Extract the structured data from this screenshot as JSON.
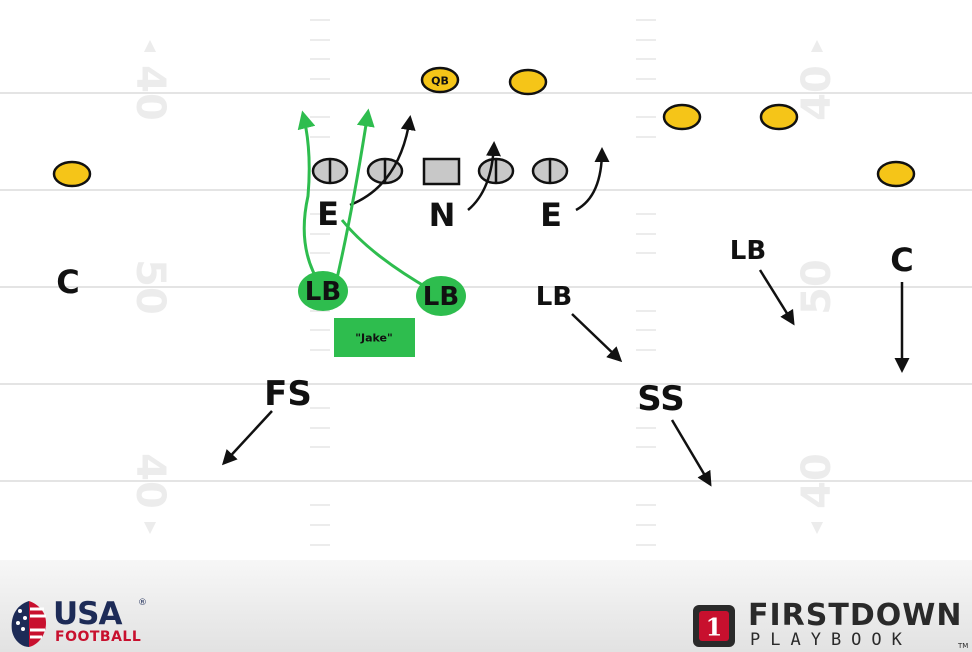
{
  "field": {
    "yard_numbers": {
      "top_left": "40",
      "top_right": "40",
      "mid_left": "50",
      "mid_right": "50",
      "bottom_left": "40",
      "bottom_right": "40"
    }
  },
  "offense": {
    "qb_label": "QB",
    "center_shape": "square",
    "player_color": "#f5c518"
  },
  "defense": {
    "labels": {
      "corner_left": "C",
      "corner_right": "C",
      "end_left": "E",
      "nose": "N",
      "end_right": "E",
      "lb_green_1": "LB",
      "lb_green_2": "LB",
      "lb_center": "LB",
      "lb_right": "LB",
      "free_safety": "FS",
      "strong_safety": "SS"
    },
    "highlight_color": "#2ebd4e",
    "callout": "\"Jake\""
  },
  "logos": {
    "usa_main": "USA",
    "usa_sub": "FOOTBALL",
    "usa_reg": "®",
    "firstdown_top": "FIRSTDOWN",
    "firstdown_bottom": "PLAYBOOK",
    "firstdown_badge": "1",
    "firstdown_tm": "TM"
  }
}
